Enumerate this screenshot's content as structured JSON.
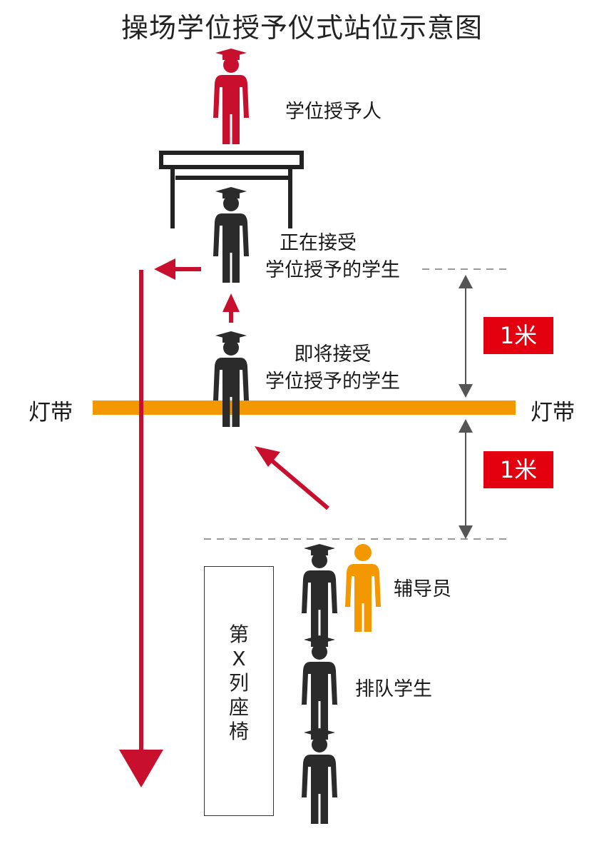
{
  "title": "操场学位授予仪式站位示意图",
  "labels": {
    "grantor": "学位授予人",
    "receiving_line1": "正在接受",
    "receiving_line2": "学位授予的学生",
    "about_line1": "即将接受",
    "about_line2": "学位授予的学生",
    "light_strip_left": "灯带",
    "light_strip_right": "灯带",
    "distance_top": "1米",
    "distance_bottom": "1米",
    "counselor": "辅导员",
    "queue": "排队学生",
    "chairs": "第\nX\n列\n座\n椅"
  },
  "colors": {
    "grantor": "#c8102e",
    "student": "#2b2b2b",
    "counselor": "#f39800",
    "light_strip": "#f39800",
    "arrow": "#c8102e",
    "badge": "#e3000f",
    "dimension": "#555555",
    "dashed_line": "#999999"
  },
  "icons": [
    "graduate-person-icon",
    "person-icon",
    "podium-icon",
    "arrow-icon"
  ]
}
